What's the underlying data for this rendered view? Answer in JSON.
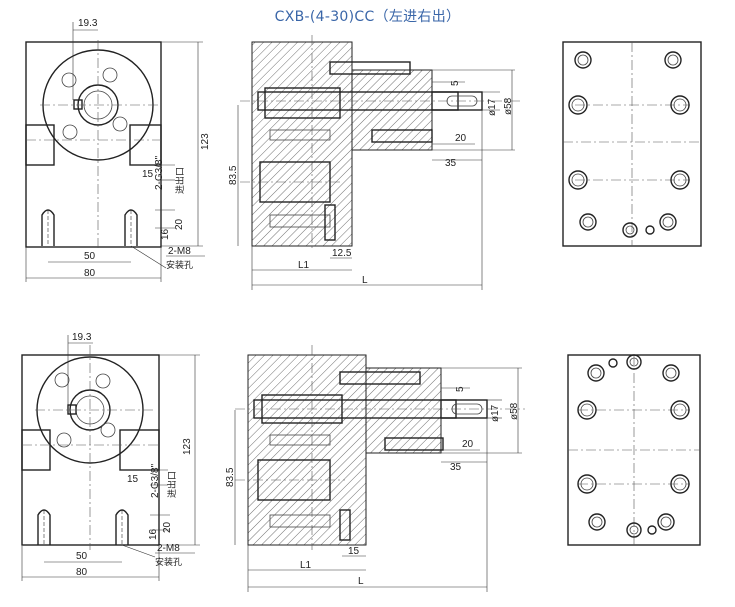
{
  "title": "CXB-(4-30)CC（左进右出）",
  "top_view": {
    "dim_19_3": "19.3",
    "dim_123": "123",
    "dim_15": "15",
    "port_label": "2-G3/8\"",
    "port_cn": "进出口",
    "dim_16": "16",
    "dim_20": "20",
    "dim_50": "50",
    "dim_80": "80",
    "mount_label": "2-M8",
    "mount_cn": "安装孔",
    "dim_83_5": "83.5",
    "dim_L1": "L1",
    "dim_L": "L",
    "dim_12_5": "12.5",
    "dim_5": "5",
    "dim_phi17": "ø17",
    "dim_phi58": "ø58",
    "dim_20b": "20",
    "dim_35": "35"
  },
  "bottom_view": {
    "dim_19_3": "19.3",
    "dim_123": "123",
    "dim_15": "15",
    "port_label": "2-G3/8\"",
    "port_cn": "进出口",
    "dim_16": "16",
    "dim_20": "20",
    "dim_50": "50",
    "dim_80": "80",
    "mount_label": "2-M8",
    "mount_cn": "安装孔",
    "dim_83_5": "83.5",
    "dim_L1": "L1",
    "dim_L": "L",
    "dim_15b": "15",
    "dim_5": "5",
    "dim_phi17": "ø17",
    "dim_phi58": "ø58",
    "dim_20b": "20",
    "dim_35": "35"
  }
}
